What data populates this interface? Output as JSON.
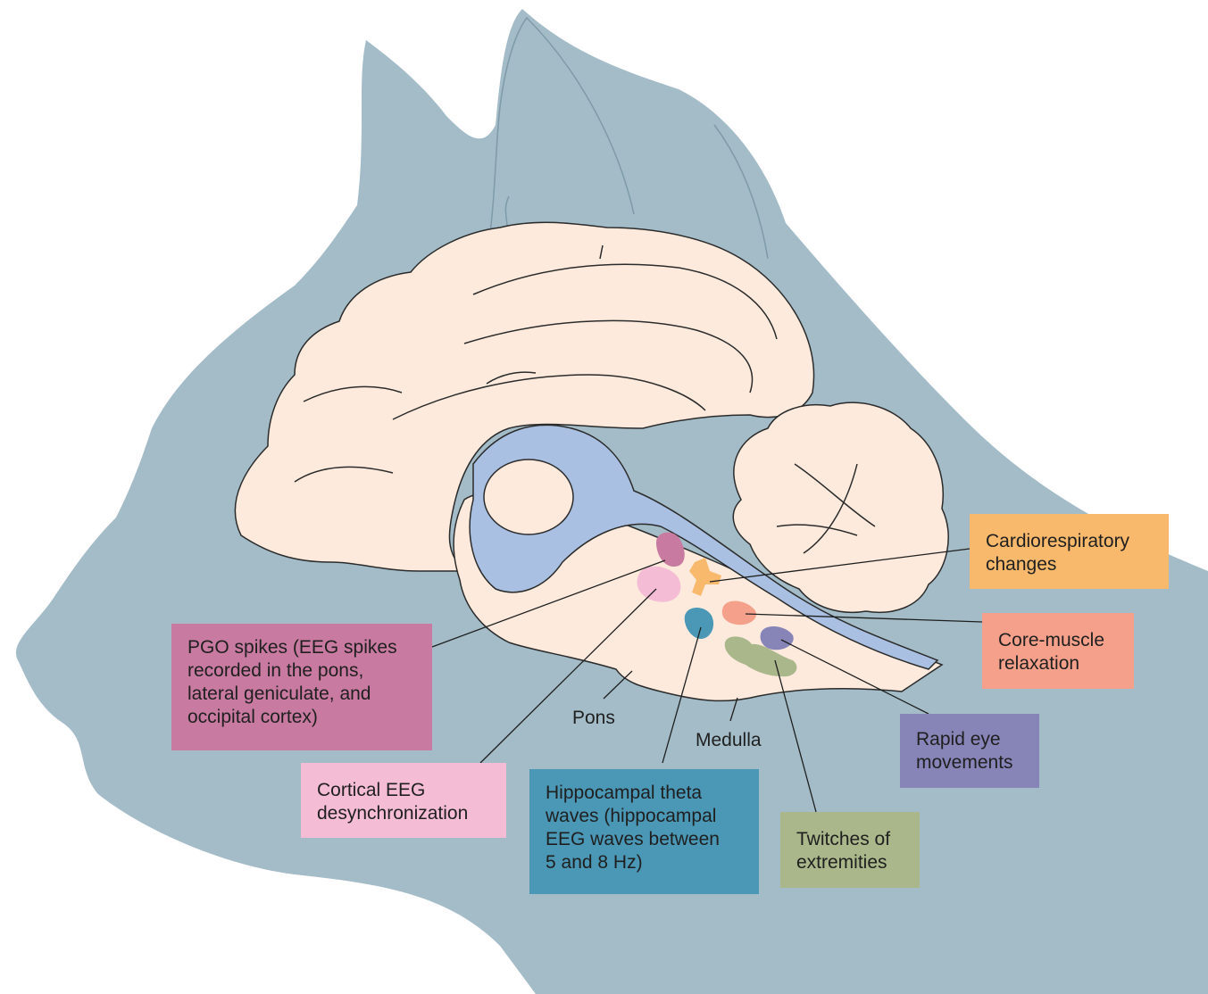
{
  "colors": {
    "head": "#a3bcc8",
    "brain": "#fdeadd",
    "ventricle": "#a9c0e2",
    "outline": "#2b2b2b",
    "pgo": "#c87aa0",
    "cortical": "#f4bcd5",
    "hippocampal": "#4a97b6",
    "cardio": "#f9b96c",
    "core_muscle": "#f4a08a",
    "rapid_eye": "#8784b8",
    "twitches": "#a9b78b"
  },
  "region_labels": {
    "pons": "Pons",
    "medulla": "Medulla"
  },
  "labels": {
    "pgo": "PGO spikes (EEG spikes\nrecorded in the pons,\nlateral geniculate, and\noccipital cortex)",
    "cortical": "Cortical EEG\ndesynchronization",
    "hippocampal": "Hippocampal theta\nwaves (hippocampal\nEEG waves between\n5 and 8 Hz)",
    "cardio": "Cardiorespiratory\nchanges",
    "core_muscle": "Core-muscle\nrelaxation",
    "rapid_eye": "Rapid eye\nmovements",
    "twitches": "Twitches of\nextremities"
  }
}
